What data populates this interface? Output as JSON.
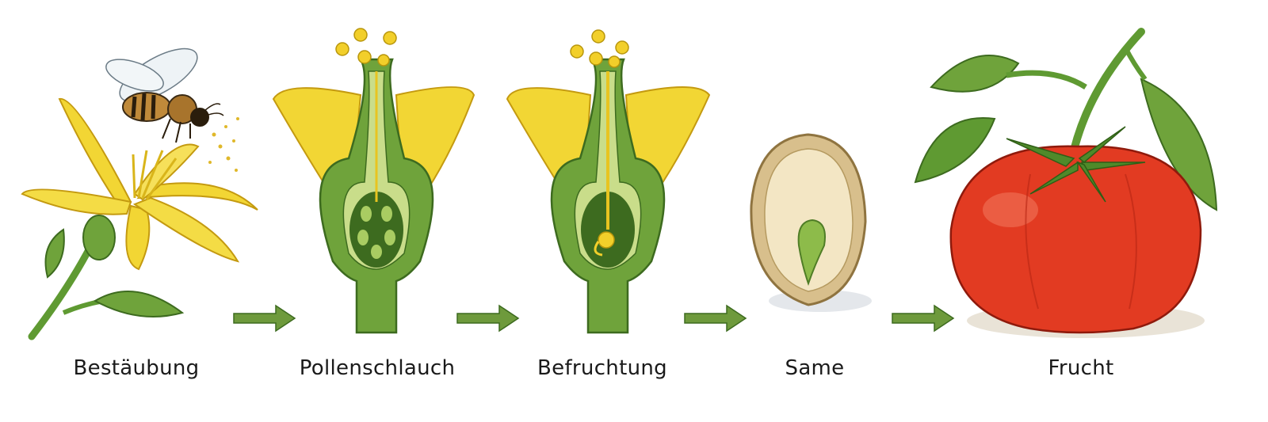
{
  "stages": [
    {
      "label": "Bestäubung"
    },
    {
      "label": "Pollenschlauch"
    },
    {
      "label": "Befruchtung"
    },
    {
      "label": "Same"
    },
    {
      "label": "Frucht"
    }
  ],
  "colors": {
    "petal": "#f2d634",
    "petal_dark": "#d9b51a",
    "stem": "#5f9a32",
    "stem_dark": "#3d6b1f",
    "ovary_light": "#c9dd8a",
    "arrow": "#6e9a3c",
    "tomato": "#e23b22",
    "tomato_dark": "#b82714",
    "seed_coat": "#d8bf8c",
    "seed_inner": "#f3e6c4",
    "bee": "#c08a3a"
  }
}
